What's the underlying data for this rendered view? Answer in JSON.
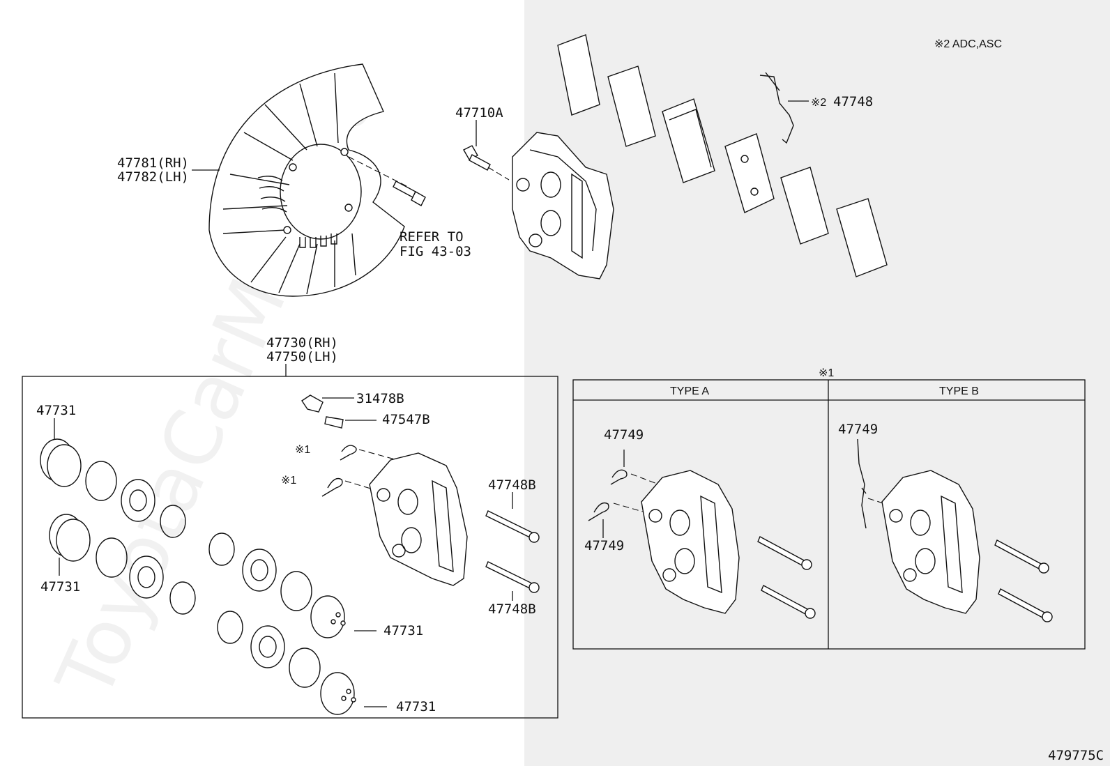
{
  "diagram": {
    "note_top": "※2 ADC,ASC",
    "figure_code": "479775C",
    "watermark": "ToyotaCarMine.ru",
    "labels": {
      "dust_cover_rh": "47781(RH)",
      "dust_cover_lh": "47782(LH)",
      "bolt_47710a": "47710A",
      "refer_to_1": "REFER TO",
      "refer_to_2": "FIG 43-03",
      "indicator_47748": "47748",
      "note_mark_2": "※2",
      "caliper_rh": "47730(RH)",
      "caliper_lh": "47750(LH)",
      "cap_31478b": "31478B",
      "plug_47547b": "47547B",
      "note_mark_1a": "※1",
      "note_mark_1b": "※1",
      "piston_1": "47731",
      "piston_2": "47731",
      "piston_3": "47731",
      "piston_4": "47731",
      "pin_1": "47748B",
      "pin_2": "47748B",
      "inset_mark": "※1",
      "type_a": "TYPE A",
      "type_b": "TYPE B",
      "clip_a1": "47749",
      "clip_a2": "47749",
      "clip_b1": "47749"
    }
  }
}
